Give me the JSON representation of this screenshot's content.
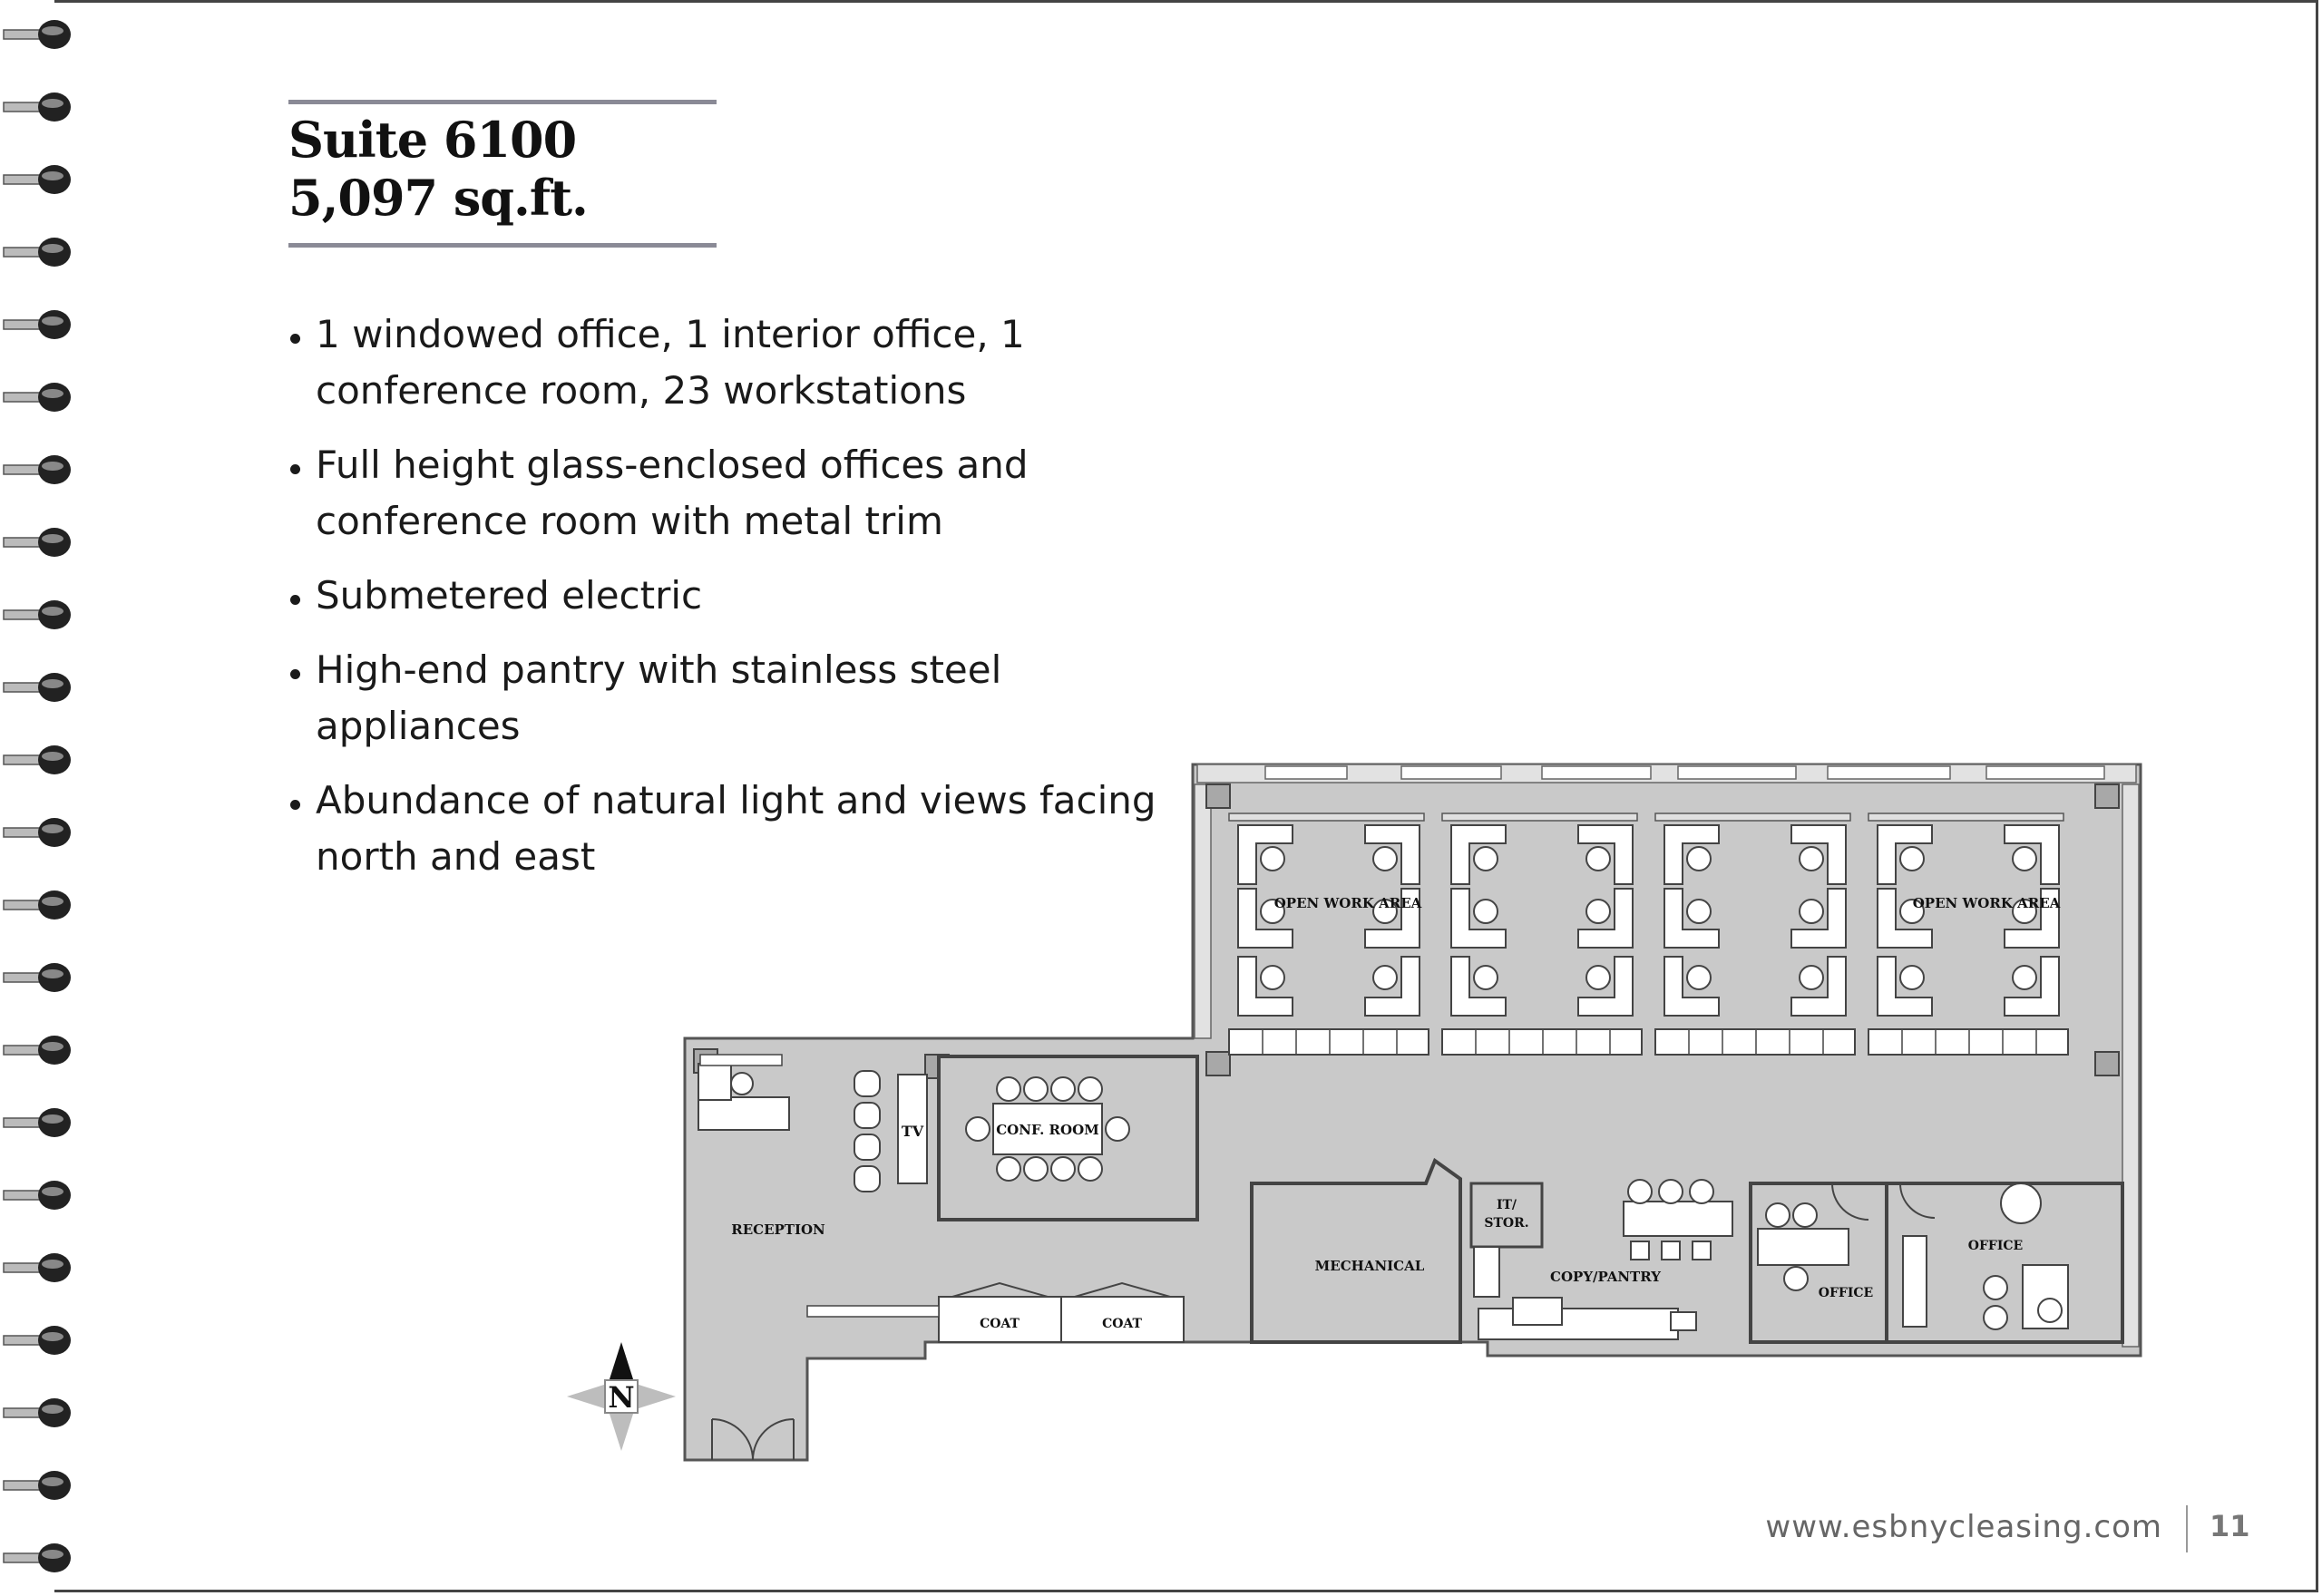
{
  "suite": {
    "name": "Suite 6100",
    "area": "5,097 sq.ft."
  },
  "features": [
    "1 windowed office, 1 interior office, 1 conference room, 23 workstations",
    "Full height glass-enclosed offices and conference room with metal trim",
    "Submetered electric",
    "High-end pantry with stainless steel appliances",
    "Abundance of natural light and views facing north and east"
  ],
  "floor_plan": {
    "labels": {
      "open_work_area_left": "OPEN WORK AREA",
      "open_work_area_right": "OPEN WORK AREA",
      "conf_room": "CONF. ROOM",
      "tv": "TV",
      "reception": "RECEPTION",
      "mechanical": "MECHANICAL",
      "it_stor_1": "IT/",
      "it_stor_2": "STOR.",
      "copy_pantry": "COPY/PANTRY",
      "office_interior": "OFFICE",
      "office_windowed": "OFFICE",
      "coat_1": "COAT",
      "coat_2": "COAT"
    },
    "compass": "N"
  },
  "footer": {
    "url": "www.esbnycleasing.com",
    "page_number": "11"
  },
  "colors": {
    "floor": "#c9c9c9",
    "workstation": "#ffffff",
    "wall": "#555555",
    "rule": "#8a8a96"
  }
}
